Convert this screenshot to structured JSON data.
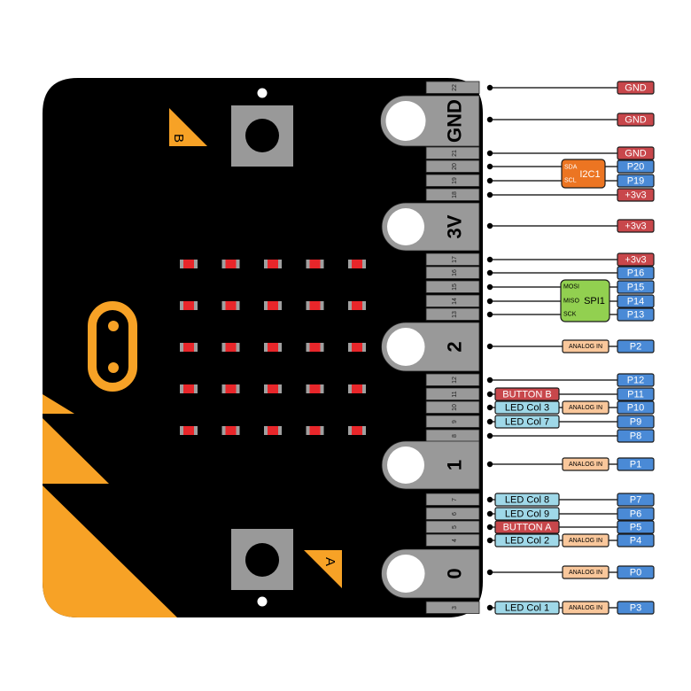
{
  "colors": {
    "board": "#000000",
    "accent_orange": "#f7a226",
    "pad_gray": "#999999",
    "led_red": "#e8262a",
    "gnd_power": "#c8474b",
    "pin_blue": "#4a8ad6",
    "led_col": "#9fd8e8",
    "analog": "#f9c79b",
    "i2c": "#ec7522",
    "spi": "#92d050",
    "button": "#c8474b"
  },
  "board": {
    "button_b_label": "B",
    "button_a_label": "A",
    "led_matrix": {
      "rows": 5,
      "cols": 5
    }
  },
  "pads": [
    {
      "id": "gnd",
      "label": "GND"
    },
    {
      "id": "3v",
      "label": "3V"
    },
    {
      "id": "2",
      "label": "2"
    },
    {
      "id": "1",
      "label": "1"
    },
    {
      "id": "0",
      "label": "0"
    }
  ],
  "pins": [
    {
      "num": "22",
      "pin": "GND",
      "kind": "power"
    },
    {
      "num": "",
      "pin": "GND",
      "kind": "power",
      "pad": "gnd"
    },
    {
      "num": "21",
      "pin": "GND",
      "kind": "power"
    },
    {
      "num": "20",
      "pin": "P20",
      "kind": "io"
    },
    {
      "num": "19",
      "pin": "P19",
      "kind": "io"
    },
    {
      "num": "18",
      "pin": "+3v3",
      "kind": "power"
    },
    {
      "num": "",
      "pin": "+3v3",
      "kind": "power",
      "pad": "3v"
    },
    {
      "num": "17",
      "pin": "+3v3",
      "kind": "power"
    },
    {
      "num": "16",
      "pin": "P16",
      "kind": "io"
    },
    {
      "num": "15",
      "pin": "P15",
      "kind": "io"
    },
    {
      "num": "14",
      "pin": "P14",
      "kind": "io"
    },
    {
      "num": "13",
      "pin": "P13",
      "kind": "io"
    },
    {
      "num": "",
      "pin": "P2",
      "kind": "io",
      "pad": "2",
      "analog": "ANALOG IN"
    },
    {
      "num": "12",
      "pin": "P12",
      "kind": "io"
    },
    {
      "num": "11",
      "pin": "P11",
      "kind": "io",
      "func": "BUTTON B",
      "func_kind": "button"
    },
    {
      "num": "10",
      "pin": "P10",
      "kind": "io",
      "func": "LED Col 3",
      "func_kind": "led",
      "analog": "ANALOG IN"
    },
    {
      "num": "9",
      "pin": "P9",
      "kind": "io",
      "func": "LED Col 7",
      "func_kind": "led"
    },
    {
      "num": "8",
      "pin": "P8",
      "kind": "io"
    },
    {
      "num": "",
      "pin": "P1",
      "kind": "io",
      "pad": "1",
      "analog": "ANALOG IN"
    },
    {
      "num": "7",
      "pin": "P7",
      "kind": "io",
      "func": "LED Col 8",
      "func_kind": "led"
    },
    {
      "num": "6",
      "pin": "P6",
      "kind": "io",
      "func": "LED Col 9",
      "func_kind": "led"
    },
    {
      "num": "5",
      "pin": "P5",
      "kind": "io",
      "func": "BUTTON A",
      "func_kind": "button"
    },
    {
      "num": "4",
      "pin": "P4",
      "kind": "io",
      "func": "LED Col 2",
      "func_kind": "led",
      "analog": "ANALOG IN"
    },
    {
      "num": "",
      "pin": "P0",
      "kind": "io",
      "pad": "0",
      "analog": "ANALOG IN"
    },
    {
      "num": "3",
      "pin": "P3",
      "kind": "io",
      "func": "LED Col 1",
      "func_kind": "led",
      "analog": "ANALOG IN"
    }
  ],
  "buses": {
    "i2c": {
      "name": "I2C1",
      "lines": [
        "SDA",
        "SCL"
      ]
    },
    "spi": {
      "name": "SPI1",
      "lines": [
        "MOSI",
        "MISO",
        "SCK"
      ]
    }
  }
}
